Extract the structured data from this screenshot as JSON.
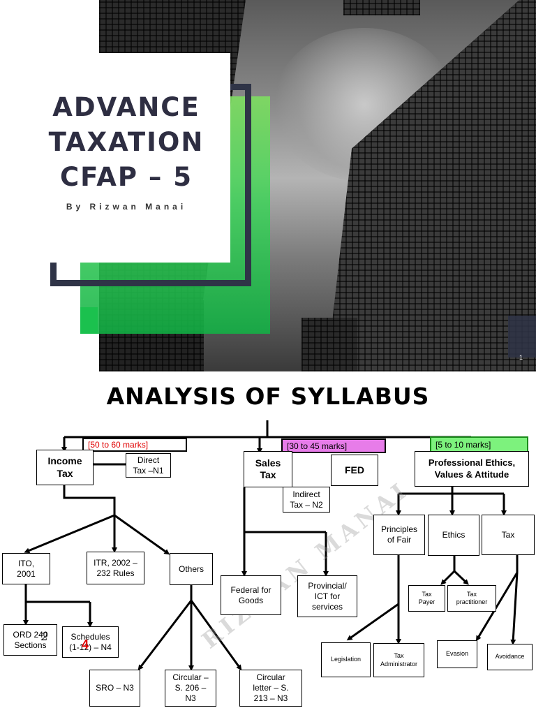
{
  "cover": {
    "title_line1": "ADVANCE",
    "title_line2": "TAXATION",
    "title_line3": "CFAP – 5",
    "byline": "By Rizwan Manai",
    "slide_number": "1",
    "colors": {
      "accent_green": "#3fd15a",
      "frame_dark": "#2f3447"
    }
  },
  "syllabus": {
    "title": "ANALYSIS OF SYLLABUS",
    "marks": {
      "income": "[50 to 60 marks]",
      "sales": "[30 to 45 marks]",
      "ethics": "[5 to 10 marks]"
    },
    "boxes": {
      "income_tax": "Income\nTax",
      "direct_tax": "Direct\nTax –N1",
      "sales_tax": "Sales\nTax",
      "fed": "FED",
      "indirect_tax": "Indirect\nTax – N2",
      "professional": "Professional Ethics,\nValues & Attitude",
      "ito": "ITO,\n2001",
      "itr": "ITR, 2002 –\n232 Rules",
      "others": "Others",
      "federal": "Federal for\nGoods",
      "provincial": "Provincial/\nICT for\nservices",
      "principles": "Principles\nof Fair",
      "ethics": "Ethics",
      "tax": "Tax",
      "tax_payer": "Tax\nPayer",
      "tax_practitioner": "Tax\npractitioner",
      "ord": "ORD 240\nSections",
      "schedules": "Schedules\n(1-12) – N4",
      "sro": "SRO – N3",
      "circular": "Circular –\nS. 206 –\nN3",
      "circular_letter": "Circular\nletter – S.\n213 – N3",
      "legislation": "Legislation",
      "tax_admin": "Tax\nAdministrator",
      "evasion": "Evasion",
      "avoidance": "Avoidance"
    },
    "handwritten": {
      "red": "4",
      "italic": "2"
    },
    "watermark": "RIZWAN MANAI",
    "colors": {
      "marks_red": "#e00000",
      "marks_pink": "#e77ce9",
      "marks_green": "#7df27d"
    }
  }
}
